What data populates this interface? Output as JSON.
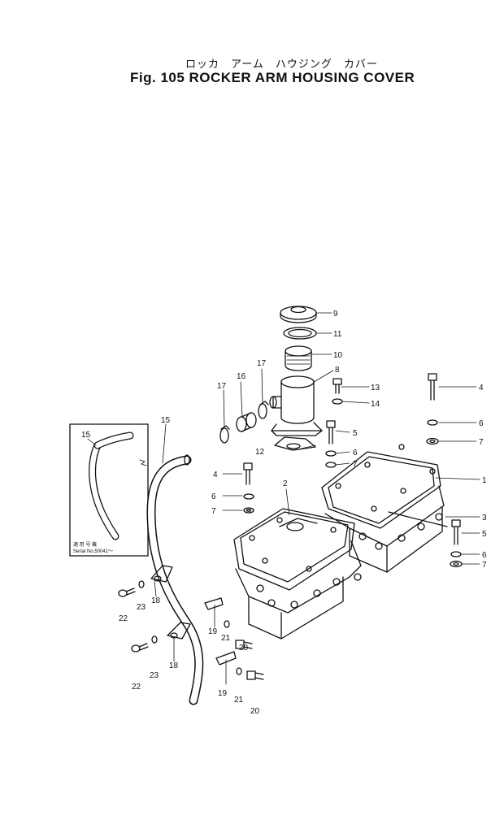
{
  "title": {
    "japanese": "ロッカ　アーム　ハウジング　カバー",
    "english": "Fig. 105 ROCKER ARM HOUSING COVER"
  },
  "inset": {
    "part_number": "15",
    "note_jp": "適 用 号 機",
    "note_serial": "Serial No.50041～"
  },
  "callouts": {
    "c1": "1",
    "c2": "2",
    "c3": "3",
    "c4a": "4",
    "c4b": "4",
    "c5a": "5",
    "c5b": "5",
    "c6a": "6",
    "c6b": "6",
    "c6c": "6",
    "c6d": "6",
    "c7a": "7",
    "c7b": "7",
    "c7c": "7",
    "c7d": "7",
    "c8": "8",
    "c9": "9",
    "c10": "10",
    "c11": "11",
    "c12": "12",
    "c13": "13",
    "c14": "14",
    "c15": "15",
    "c16": "16",
    "c17a": "17",
    "c17b": "17",
    "c18a": "18",
    "c18b": "18",
    "c19a": "19",
    "c19b": "19",
    "c20a": "20",
    "c20b": "20",
    "c21a": "21",
    "c21b": "21",
    "c22a": "22",
    "c22b": "22",
    "c23a": "23",
    "c23b": "23"
  }
}
